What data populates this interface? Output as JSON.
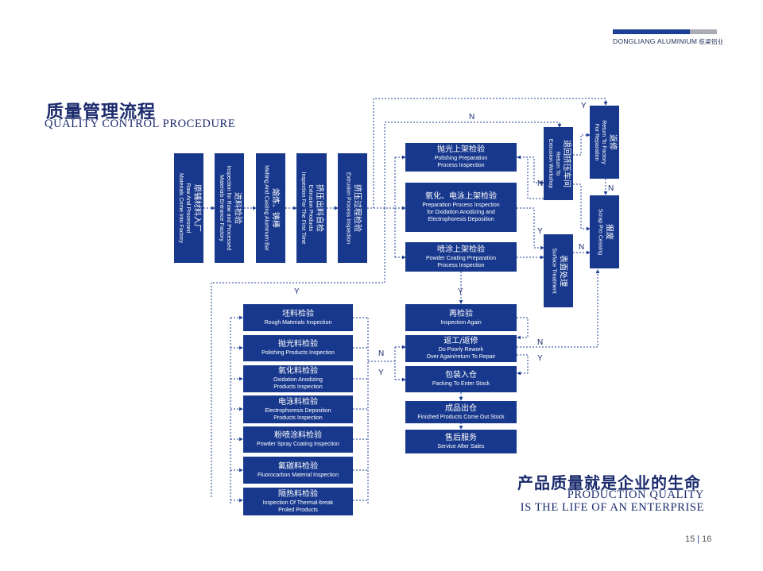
{
  "header": {
    "brand_en": "DONGLIANG ALUMINIUM",
    "brand_cn": "栋梁铝业"
  },
  "title": {
    "cn": "质量管理流程",
    "en": "QUALITY CONTROL PROCEDURE"
  },
  "slogan": {
    "cn": "产品质量就是企业的生命",
    "en_line1": "PRODUCTION QUALITY",
    "en_line2": "IS THE LIFE OF AN ENTERPRISE"
  },
  "page": {
    "current": "15",
    "total": "16"
  },
  "vertical_steps": [
    {
      "cn": "原铺材料入厂",
      "en1": "Raw And Processed",
      "en2": "Materials Come Into Factory"
    },
    {
      "cn": "进料检验",
      "en1": "Inspection for Raw and Processed",
      "en2": "Materials Entrance Factory"
    },
    {
      "cn": "熔炼、铸棒",
      "en1": "Melting And Casting Aluminum Bar",
      "en2": ""
    },
    {
      "cn": "挤压出料自检",
      "en1": "Extrusion Products",
      "en2": "Inspection For The First Time"
    },
    {
      "cn": "挤压过程检验",
      "en1": "Extrusion Process Inspection",
      "en2": ""
    }
  ],
  "middle_steps": [
    {
      "cn": "抛光上架检验",
      "en1": "Polishing Preparation",
      "en2": "Process Inspection",
      "en3": ""
    },
    {
      "cn": "氧化、电泳上架检验",
      "en1": "Preparation Process Inspection",
      "en2": "for Oxidation Anodizing  and",
      "en3": "Electrophoresis Deposition"
    },
    {
      "cn": "喷涂上架检验",
      "en1": "Powder Coating Preparation",
      "en2": "Process Inspection",
      "en3": ""
    }
  ],
  "right_steps": {
    "return_workshop": {
      "cn": "退回挤压车间",
      "en1": "Return To",
      "en2": "Extrusion Workshop"
    },
    "return_factory": {
      "cn": "返修",
      "en1": "Return To Factory",
      "en2": "For Reparation"
    },
    "surface": {
      "cn": "表面处理",
      "en1": "Surface Treatment",
      "en2": ""
    },
    "scrap": {
      "cn": "报废",
      "en1": "Scrap Pro Cessing",
      "en2": ""
    }
  },
  "left_inspections": [
    {
      "cn": "坯料检验",
      "en1": "Rough Materials Inspection",
      "en2": ""
    },
    {
      "cn": "抛光料检验",
      "en1": "Polishing Products Inspection",
      "en2": ""
    },
    {
      "cn": "氧化料检验",
      "en1": "Oxidation Anodizing",
      "en2": "Products Inspection"
    },
    {
      "cn": "电泳料检验",
      "en1": "Electrophoresis Deposition",
      "en2": "Products Inspection"
    },
    {
      "cn": "粉喷涂料检验",
      "en1": "Powder Spray Coating Inspection",
      "en2": ""
    },
    {
      "cn": "氟碳料检验",
      "en1": "Fluorocarbon Material Inspection",
      "en2": ""
    },
    {
      "cn": "隔热料检验",
      "en1": "Inspection Of Thermal-break",
      "en2": "Proled Products"
    }
  ],
  "final_steps": [
    {
      "cn": "再检验",
      "en1": "Inspection Again",
      "en2": ""
    },
    {
      "cn": "返工/返修",
      "en1": "Do Poorly Rework",
      "en2": "Over Again/return To Repair"
    },
    {
      "cn": "包装入仓",
      "en1": "Packing To Enter Stock",
      "en2": ""
    },
    {
      "cn": "成品出仓",
      "en1": "Finished Products Come Out Stock",
      "en2": ""
    },
    {
      "cn": "售后服务",
      "en1": "Service After Sales",
      "en2": ""
    }
  ],
  "flow_labels": {
    "yes": "Y",
    "no": "N"
  },
  "colors": {
    "box": "#17388c",
    "line": "#1c3f94",
    "text": "#1a2a6c",
    "accent_gray": "#a9adb3"
  }
}
